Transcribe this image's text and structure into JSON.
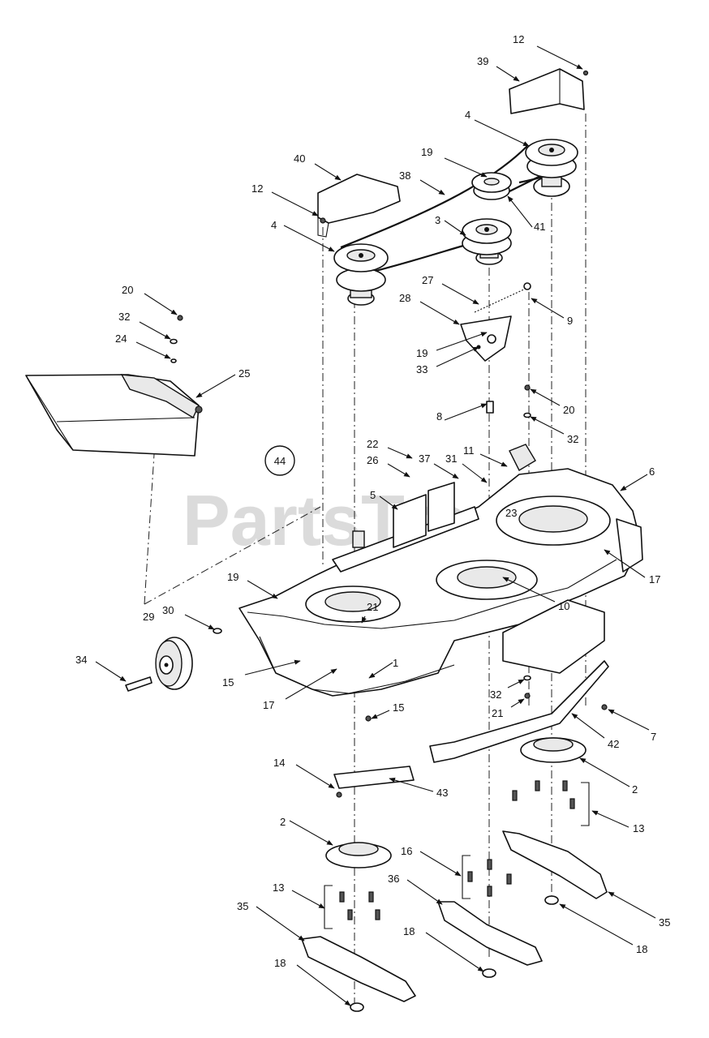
{
  "watermark": "PartsTree",
  "ref_circle_label": "44",
  "callouts": [
    {
      "id": "c12a",
      "label": "12"
    },
    {
      "id": "c39",
      "label": "39"
    },
    {
      "id": "c4a",
      "label": "4"
    },
    {
      "id": "c19a",
      "label": "19"
    },
    {
      "id": "c40",
      "label": "40"
    },
    {
      "id": "c38",
      "label": "38"
    },
    {
      "id": "c12b",
      "label": "12"
    },
    {
      "id": "c3",
      "label": "3"
    },
    {
      "id": "c41",
      "label": "41"
    },
    {
      "id": "c4b",
      "label": "4"
    },
    {
      "id": "c27",
      "label": "27"
    },
    {
      "id": "c28",
      "label": "28"
    },
    {
      "id": "c9",
      "label": "9"
    },
    {
      "id": "c20a",
      "label": "20"
    },
    {
      "id": "c32a",
      "label": "32"
    },
    {
      "id": "c24",
      "label": "24"
    },
    {
      "id": "c25",
      "label": "25"
    },
    {
      "id": "c19b",
      "label": "19"
    },
    {
      "id": "c33",
      "label": "33"
    },
    {
      "id": "c20b",
      "label": "20"
    },
    {
      "id": "c32b",
      "label": "32"
    },
    {
      "id": "c8",
      "label": "8"
    },
    {
      "id": "c22",
      "label": "22"
    },
    {
      "id": "c37",
      "label": "37"
    },
    {
      "id": "c31",
      "label": "31"
    },
    {
      "id": "c11",
      "label": "11"
    },
    {
      "id": "c26",
      "label": "26"
    },
    {
      "id": "c6",
      "label": "6"
    },
    {
      "id": "c5",
      "label": "5"
    },
    {
      "id": "c23",
      "label": "23"
    },
    {
      "id": "c17a",
      "label": "17"
    },
    {
      "id": "c19c",
      "label": "19"
    },
    {
      "id": "c30",
      "label": "30"
    },
    {
      "id": "c21a",
      "label": "21"
    },
    {
      "id": "c10",
      "label": "10"
    },
    {
      "id": "c29",
      "label": "29"
    },
    {
      "id": "c34",
      "label": "34"
    },
    {
      "id": "c15a",
      "label": "15"
    },
    {
      "id": "c1",
      "label": "1"
    },
    {
      "id": "c17b",
      "label": "17"
    },
    {
      "id": "c32c",
      "label": "32"
    },
    {
      "id": "c21b",
      "label": "21"
    },
    {
      "id": "c15b",
      "label": "15"
    },
    {
      "id": "c7",
      "label": "7"
    },
    {
      "id": "c42",
      "label": "42"
    },
    {
      "id": "c14",
      "label": "14"
    },
    {
      "id": "c43",
      "label": "43"
    },
    {
      "id": "c2a",
      "label": "2"
    },
    {
      "id": "c13a",
      "label": "13"
    },
    {
      "id": "c2b",
      "label": "2"
    },
    {
      "id": "c16",
      "label": "16"
    },
    {
      "id": "c36",
      "label": "36"
    },
    {
      "id": "c13b",
      "label": "13"
    },
    {
      "id": "c35a",
      "label": "35"
    },
    {
      "id": "c35b",
      "label": "35"
    },
    {
      "id": "c18a",
      "label": "18"
    },
    {
      "id": "c18b",
      "label": "18"
    },
    {
      "id": "c18c",
      "label": "18"
    }
  ]
}
